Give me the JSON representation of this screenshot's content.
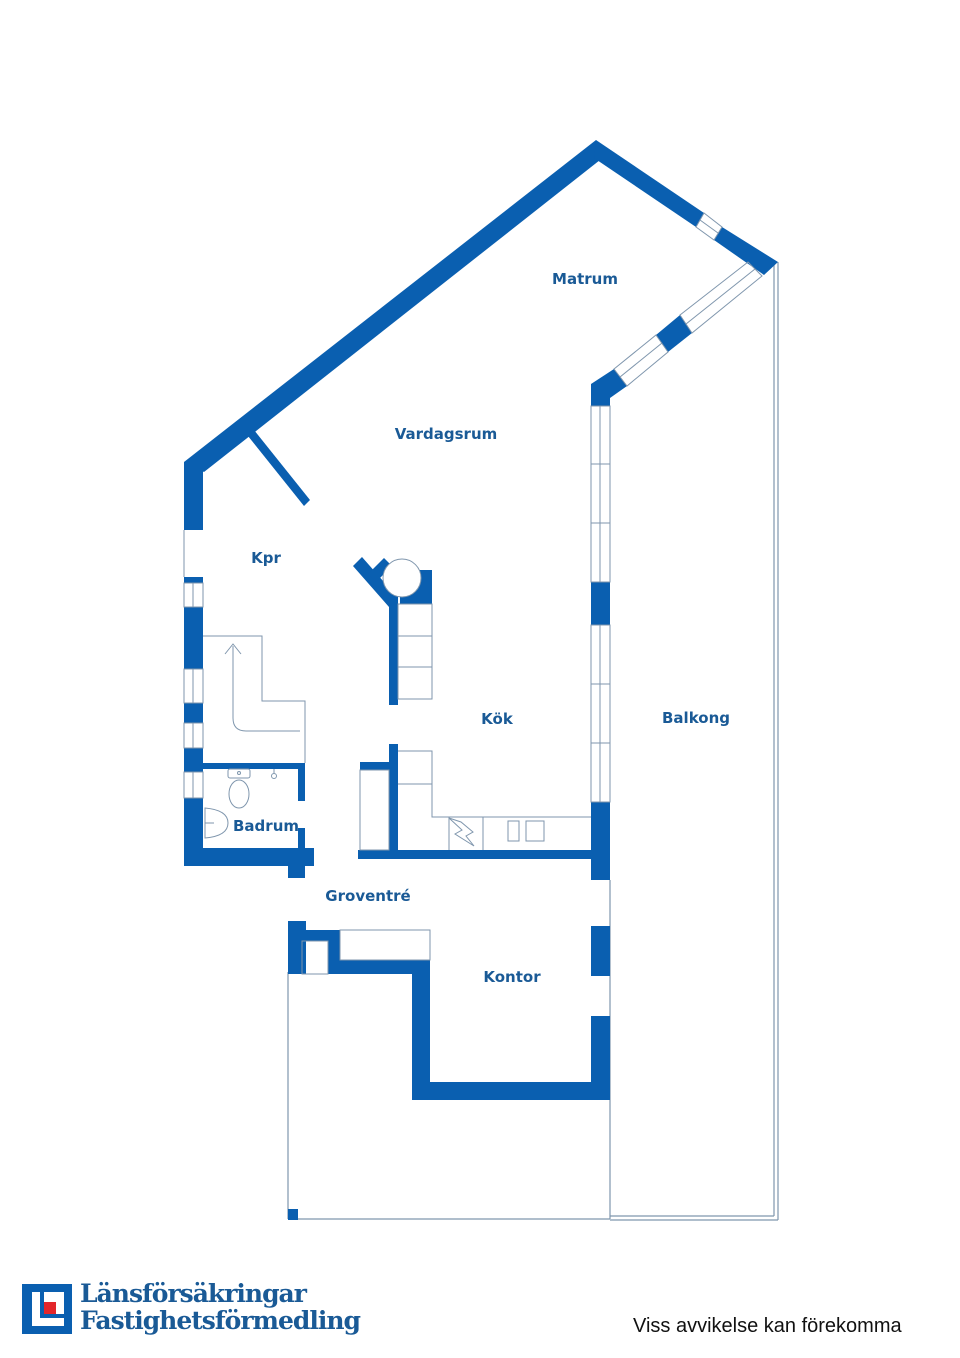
{
  "colors": {
    "wall": "#0a5fb0",
    "thin_line": "#7f96ad",
    "label": "#1a5a96",
    "logo_red": "#e3262b"
  },
  "rooms": {
    "matrum": "Matrum",
    "vardagsrum": "Vardagsrum",
    "kpr": "Kpr",
    "kok": "Kök",
    "balkong": "Balkong",
    "badrum": "Badrum",
    "groventre": "Groventré",
    "kontor": "Kontor"
  },
  "logo": {
    "line1": "Länsförsäkringar",
    "line2": "Fastighetsförmedling"
  },
  "disclaimer": "Viss avvikelse kan förekomma"
}
